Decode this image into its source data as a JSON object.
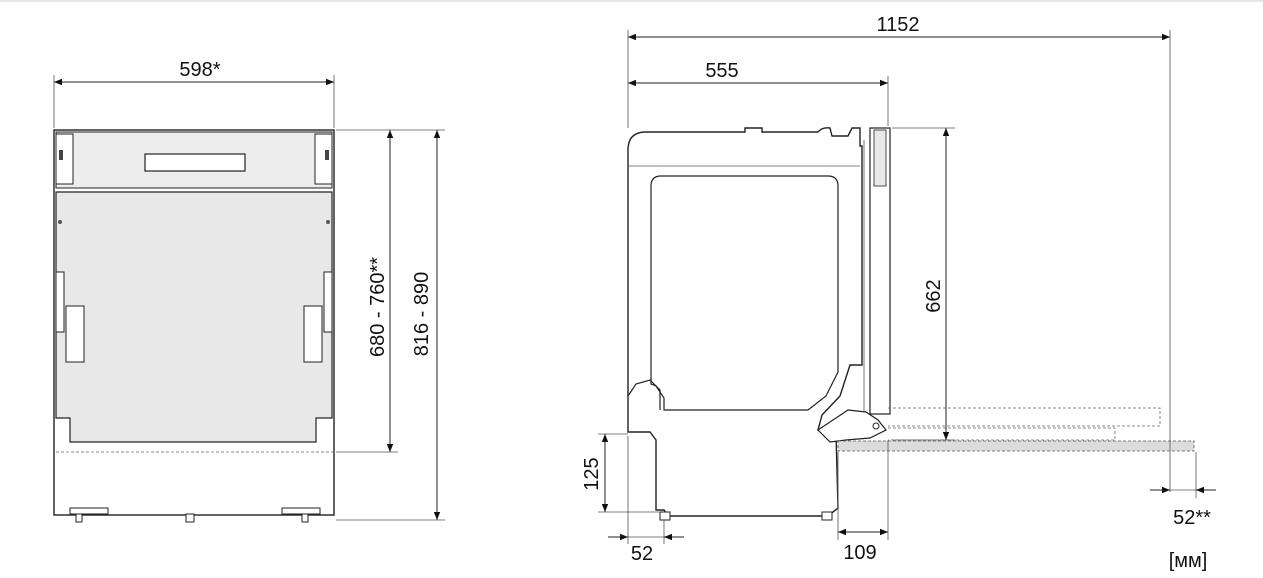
{
  "front_view": {
    "width_label": "598*",
    "height_range_label": "680 - 760**",
    "total_height_label": "816 - 890"
  },
  "side_view": {
    "total_depth_label": "1152",
    "body_depth_label": "555",
    "door_height_label": "662",
    "plinth_height_label": "125",
    "foot_offset_label": "52",
    "door_projection_label": "109",
    "slide_label": "52**"
  },
  "units_label": "[мм]"
}
